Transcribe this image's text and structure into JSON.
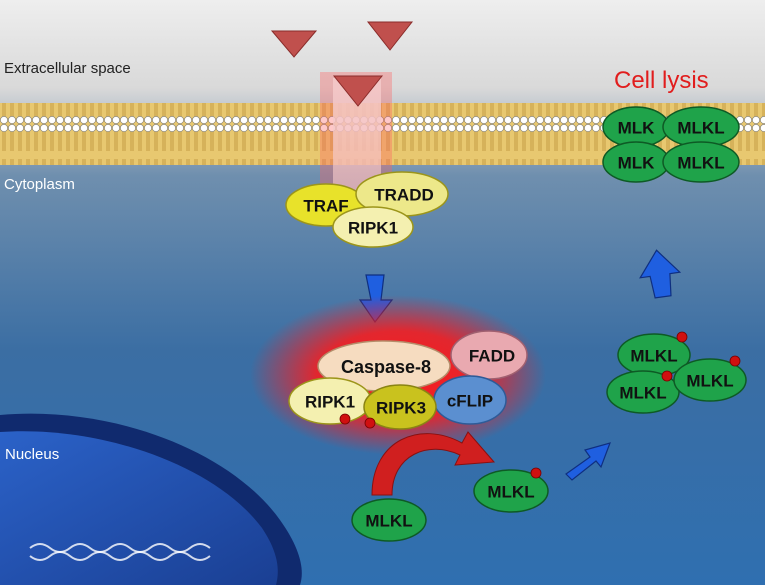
{
  "regions": {
    "extracellular": "Extracellular space",
    "cytoplasm": "Cytoplasm",
    "nucleus": "Nucleus"
  },
  "outcome": "Cell lysis",
  "receptor_complex": [
    "TRAF",
    "TRADD",
    "RIPK1"
  ],
  "necrosome": [
    "Caspase-8",
    "FADD",
    "RIPK1",
    "RIPK3",
    "cFLIP"
  ],
  "mlkl": {
    "label": "MLKL",
    "clipped_label": "MLK"
  },
  "colors": {
    "outcome_text": "#e11d1d",
    "ligand": "#c0504d",
    "mlkl_fill": "#1fa34a",
    "receptor_fill": "#e8e22a",
    "caspase_fill": "#f6dcc0",
    "fadd_fill": "#e9a9b0",
    "cflip_fill": "#5b8fd0",
    "phospho_dot": "#d01010",
    "arrow_blue": "#1f5fe0",
    "arrow_red": "#d01f1f",
    "glow": "#ff2020"
  }
}
